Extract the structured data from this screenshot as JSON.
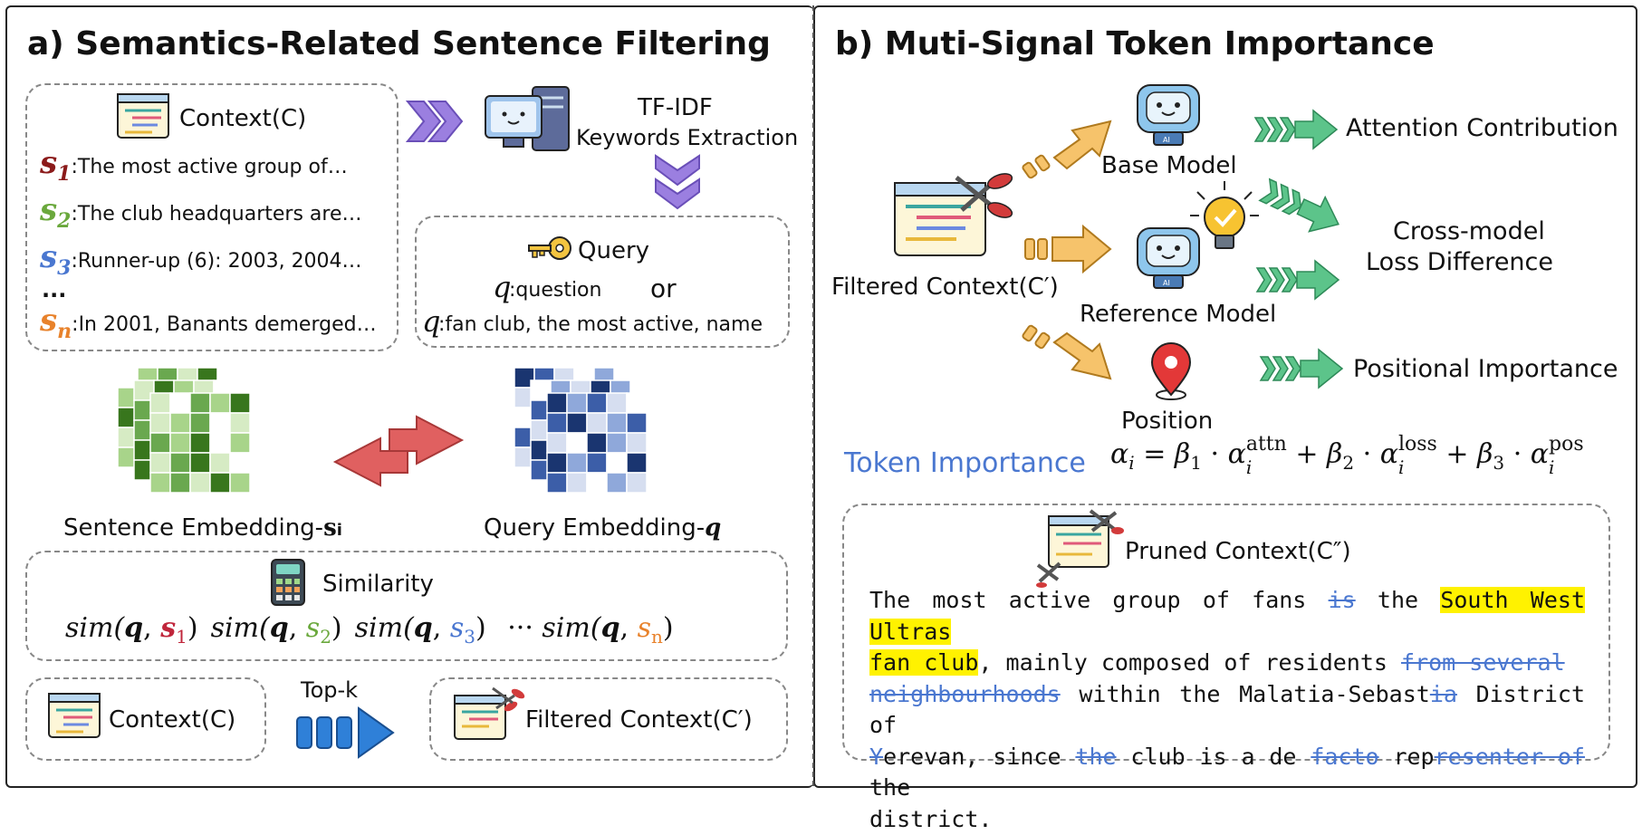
{
  "panel_a": {
    "title": "a) Semantics-Related Sentence Filtering",
    "context_box": {
      "title": "Context(C)",
      "sentences": [
        {
          "sym": "s",
          "sub": "1",
          "text": ":The most active group of…",
          "color": "#8b1a1a"
        },
        {
          "sym": "s",
          "sub": "2",
          "text": ":The club headquarters are…",
          "color": "#6aa83c"
        },
        {
          "sym": "s",
          "sub": "3",
          "text": ":Runner-up (6): 2003, 2004…",
          "color": "#4a77d0"
        },
        {
          "sym": "s",
          "sub": "n",
          "text": ":In 2001, Banants demerged…",
          "color": "#e8822b"
        }
      ],
      "ellipsis": "..."
    },
    "tfidf_line1": "TF-IDF",
    "tfidf_line2": "Keywords Extraction",
    "query_box": {
      "title": "Query",
      "q_sym": "q",
      "line1": ":question",
      "or": "or",
      "line2": ":fan club, the most active, name"
    },
    "sentence_embedding": "Sentence Embedding-",
    "sentence_embedding_sym": "s",
    "sentence_embedding_sub": "i",
    "query_embedding": "Query Embedding-",
    "query_embedding_sym": "q",
    "similarity_box": {
      "title": "Similarity",
      "terms": [
        {
          "sub": "1",
          "color": "#c0263b"
        },
        {
          "sub": "2",
          "color": "#6aa83c"
        },
        {
          "sub": "3",
          "color": "#4a77d0"
        },
        {
          "sub": "n",
          "color": "#e8822b"
        }
      ],
      "sim": "sim",
      "q": "q",
      "s": "s",
      "dots": "···"
    },
    "bottom_context": "Context(C)",
    "topk": "Top-k",
    "filtered_context": "Filtered Context(C′)"
  },
  "panel_b": {
    "title": "b) Muti-Signal Token Importance",
    "base_model": "Base Model",
    "reference_model": "Reference Model",
    "position": "Position",
    "filtered_context": "Filtered Context(C′)",
    "attention": "Attention Contribution",
    "cross_model_1": "Cross-model",
    "cross_model_2": "Loss Difference",
    "positional": "Positional Importance",
    "token_importance": "Token Importance",
    "formula": {
      "alpha": "α",
      "i": "i",
      "eq": "=",
      "b1": "β",
      "attn": "attn",
      "loss": "loss",
      "pos": "pos",
      "dot": "·",
      "plus": "+",
      "one": "1",
      "two": "2",
      "three": "3"
    },
    "pruned_title": "Pruned Context(C″)",
    "pruned": {
      "t1": "The most active group of fans ",
      "s1": "is",
      "t2": " the ",
      "h1": "South West Ultras",
      "h2": "fan club",
      "t3": ", mainly composed of residents ",
      "s2": "from several",
      "s3": "neighbourhoods",
      "t4": " within the Malatia-Sebast",
      "s4": "ia",
      "t5": " District of",
      "s5": "Y",
      "t6": "erevan, since ",
      "s6": "the",
      "t7": " club is a de ",
      "s7": "facto",
      "t8": " rep",
      "s8": "resenter of ",
      "t9": "the",
      "t10": "district."
    }
  },
  "colors": {
    "purple_chevron": "#9b7fe0",
    "green_chevron": "#5cc48a",
    "orange_arrow": "#f6c36b",
    "blue_arrow": "#2f80d8",
    "red_arrow": "#e06060",
    "strike_blue": "#4a77d0",
    "highlight": "#fff200"
  }
}
